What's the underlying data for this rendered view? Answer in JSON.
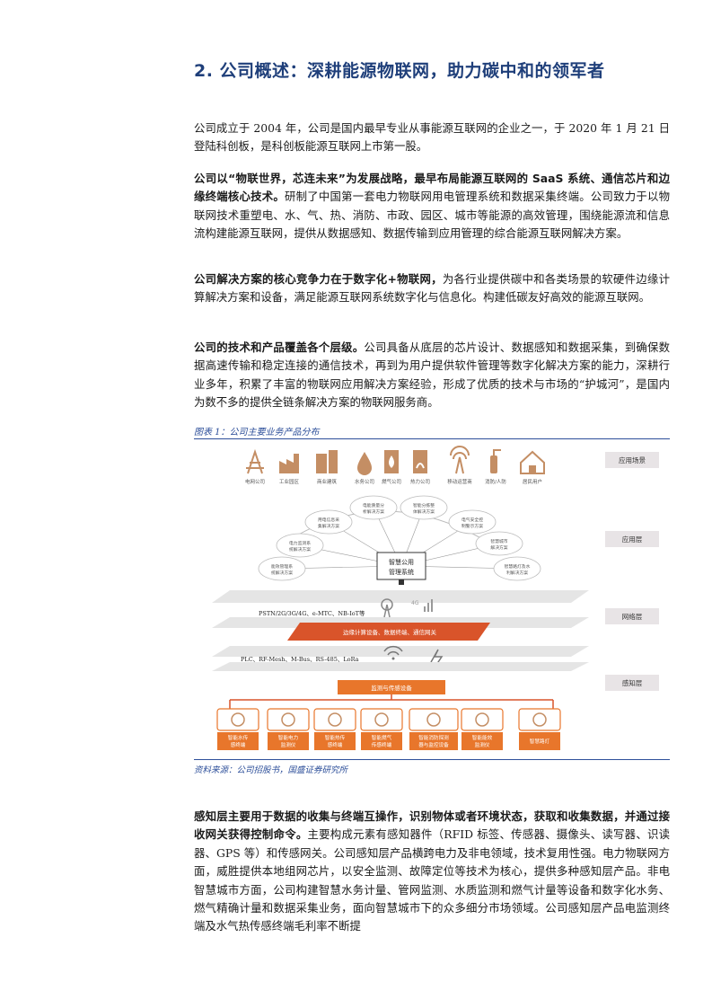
{
  "heading": "2. 公司概述：深耕能源物联网，助力碳中和的领军者",
  "paragraphs": {
    "p1": "公司成立于 2004 年，公司是国内最早专业从事能源互联网的企业之一，于 2020 年 1 月 21 日登陆科创板，是科创板能源互联网上市第一股。",
    "p2_bold": "公司以“物联世界，芯连未来”为发展战略，最早布局能源互联网的 SaaS 系统、通信芯片和边缘终端核心技术。",
    "p2_rest": "研制了中国第一套电力物联网用电管理系统和数据采集终端。公司致力于以物联网技术重塑电、水、气、热、消防、市政、园区、城市等能源的高效管理，围绕能源流和信息流构建能源互联网，提供从数据感知、数据传输到应用管理的综合能源互联网解决方案。",
    "p3_bold": "公司解决方案的核心竞争力在于数字化+物联网，",
    "p3_rest": "为各行业提供碳中和各类场景的软硬件边缘计算解决方案和设备，满足能源互联网系统数字化与信息化。构建低碳友好高效的能源互联网。",
    "p4_bold": "公司的技术和产品覆盖各个层级。",
    "p4_rest": "公司具备从底层的芯片设计、数据感知和数据采集，到确保数据高速传输和稳定连接的通信技术，再到为用户提供软件管理等数字化解决方案的能力，深耕行业多年，积累了丰富的物联网应用解决方案经验，形成了优质的技术与市场的“护城河”，是国内为数不多的提供全链条解决方案的物联网服务商。",
    "p5_bold": "感知层主要用于数据的收集与终端互操作，识别物体或者环境状态，获取和收集数据，并通过接收网关获得控制命令。",
    "p5_rest": "主要构成元素有感知器件（RFID 标签、传感器、摄像头、读写器、识读器、GPS 等）和传感网关。公司感知层产品横跨电力及非电领域，技术复用性强。电力物联网方面，威胜提供本地组网芯片，以安全监测、故障定位等技术为核心，提供多种感知层产品。非电智慧城市方面，公司构建智慧水务计量、管网监测、水质监测和燃气计量等设备和数字化水务、燃气精确计量和数据采集业务，面向智慧城市下的众多细分市场领域。公司感知层产品电监测终端及水气热传感终端毛利率不断提"
  },
  "figure": {
    "caption": "图表 1：公司主要业务产品分布",
    "source": "资料来源：公司招股书，国盛证券研究所",
    "scenarios": [
      "电网公司",
      "工业园区",
      "商业建筑",
      "水务公司",
      "燃气公司",
      "热力公司",
      "移动运营商",
      "消防/人防",
      "居民用户"
    ],
    "levels": [
      "应用场景",
      "应用层",
      "网络层",
      "感知层"
    ],
    "hub": "智慧公用管理系统",
    "app_solutions": [
      "用电信息采集解决方案",
      "电能质量分析解决方案",
      "智能分拣整体解决方案",
      "电气安全控制警示方案",
      "电力监测系统解决方案",
      "智慧城市解决方案",
      "能效管理系统解决方案",
      "智慧路灯及水利解决方案"
    ],
    "net_protocols_1": "PSTN/2G/3G/4G、e-MTC、NB-IoT等",
    "net_band": "边缘计算设备、数据终端、通信网关",
    "net_protocols_2": "PLC、RF-Mesh、M-Bus、RS-485、LoRa",
    "sense_band": "监测与传感设备",
    "devices": [
      "智能水传感终端",
      "智能电力监测仪",
      "智能热传感终端",
      "智能燃气传感终端",
      "智能消防探测器与监控设备",
      "智能能效监测仪",
      "智慧路灯"
    ],
    "net_badge": "4G",
    "colors": {
      "orange": "#e8762b",
      "band_red": "#d9542a",
      "level_bg": "#e8e4e6"
    }
  }
}
